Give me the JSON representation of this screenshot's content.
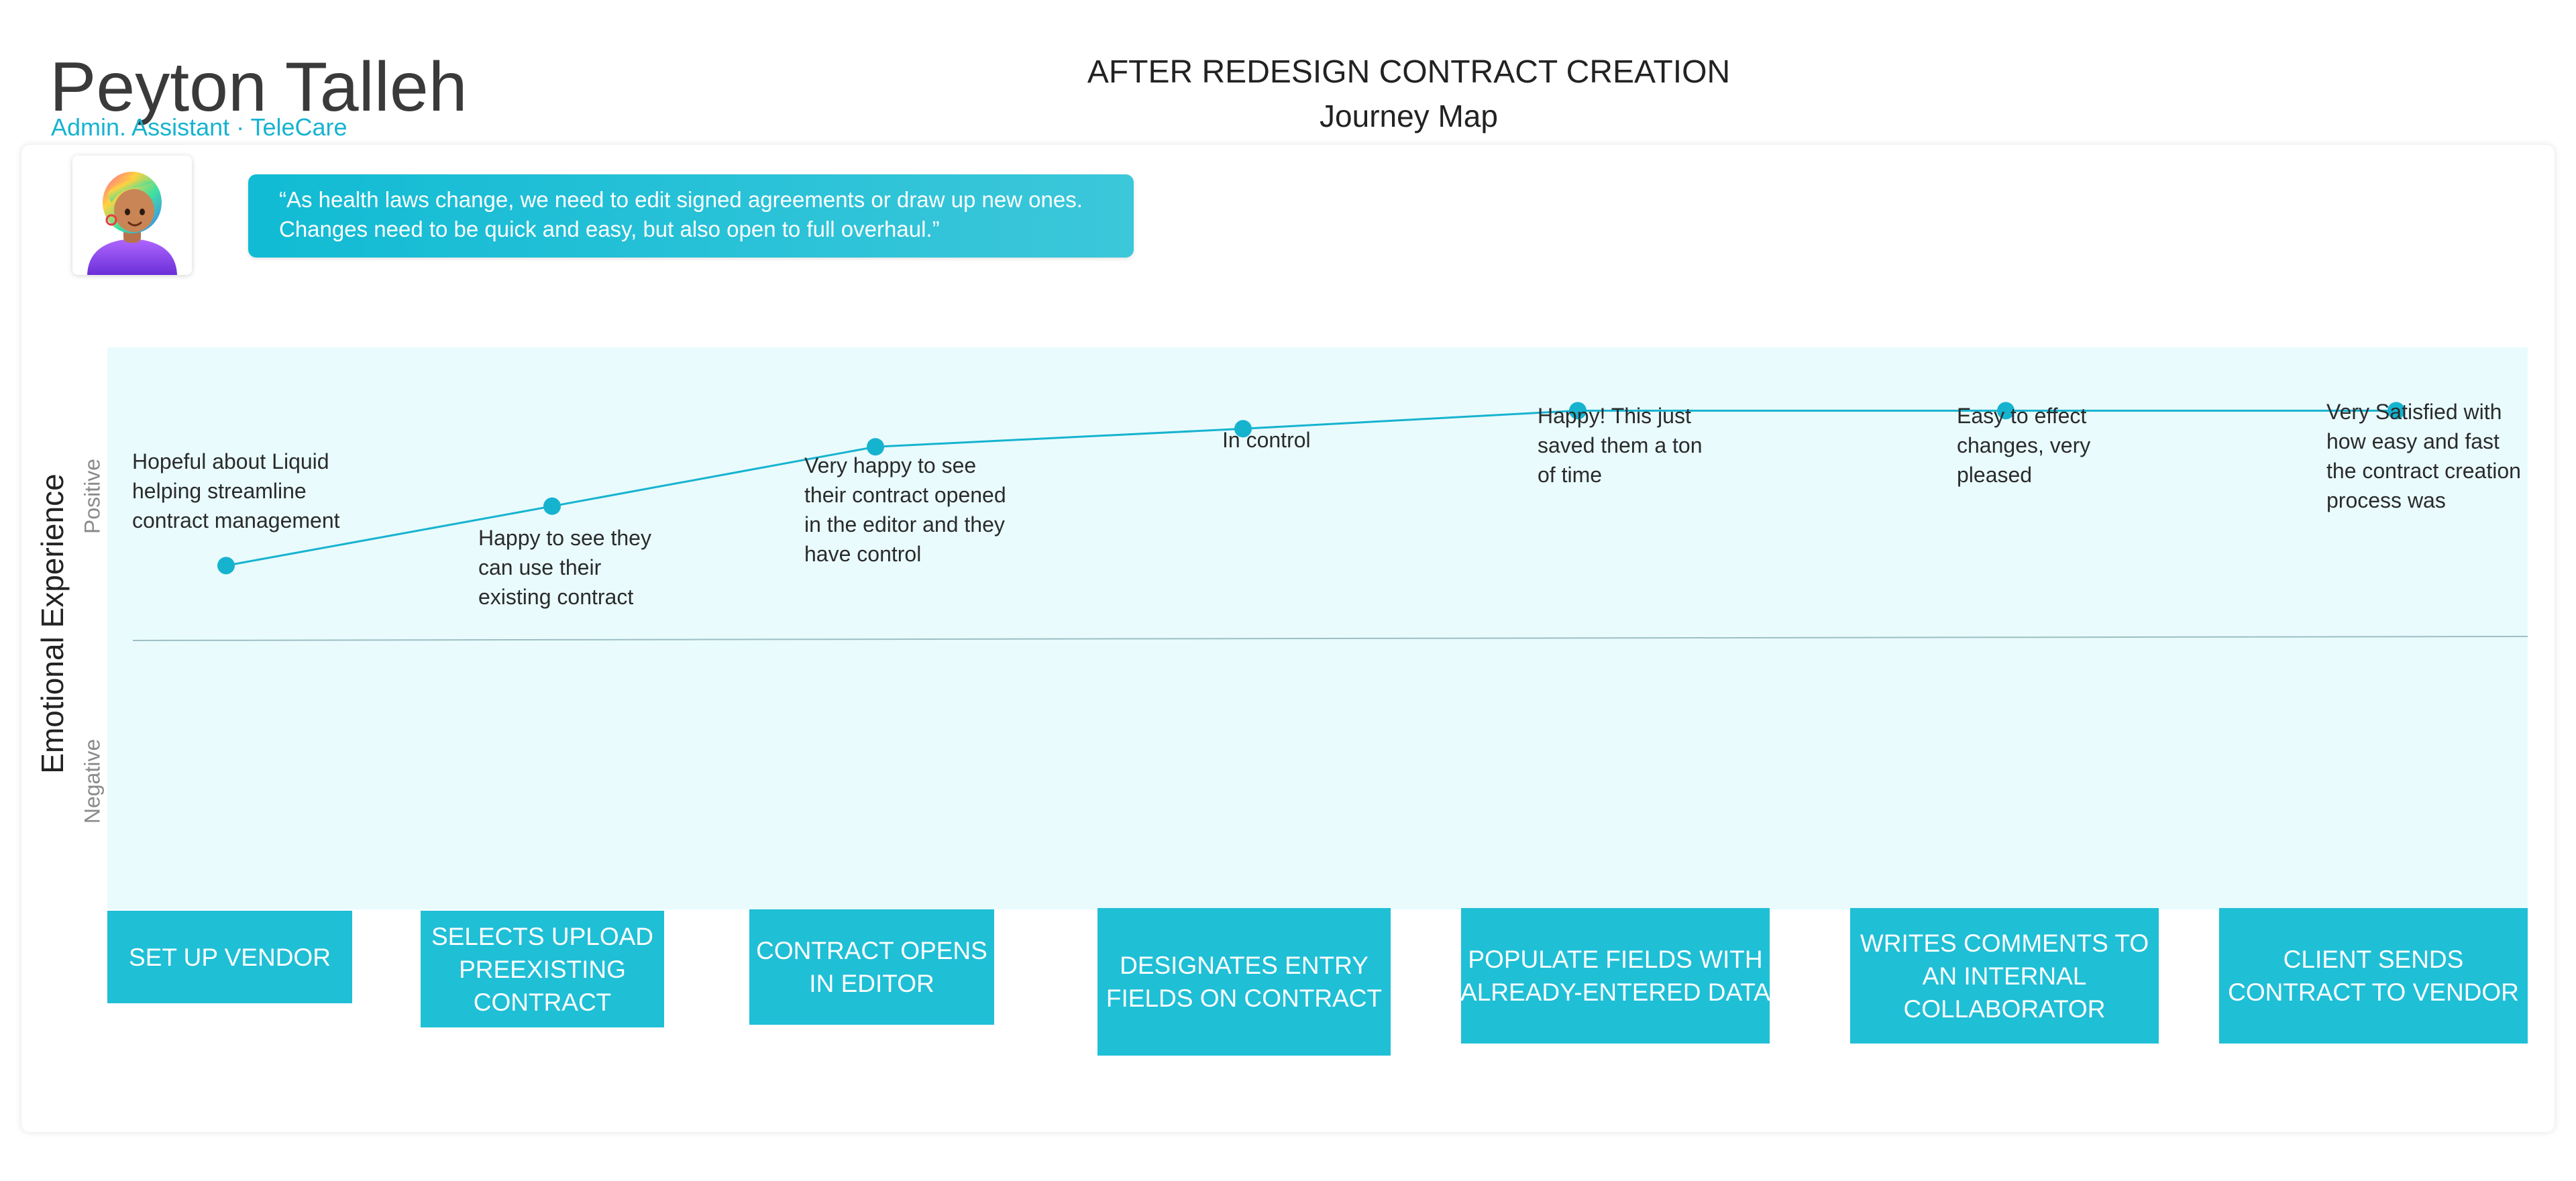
{
  "persona": {
    "name": "Peyton Talleh",
    "role": "Admin. Assistant · TeleCare",
    "quote_lines": [
      "“As health laws change, we need to edit signed agreements or draw up new ones.",
      "Changes need to be quick and easy, but also open to full overhaul.”"
    ]
  },
  "header": {
    "title": "AFTER REDESIGN CONTRACT CREATION",
    "subtitle": "Journey Map"
  },
  "axis": {
    "y_label": "Emotional Experience",
    "positive_label": "Positive",
    "negative_label": "Negative"
  },
  "colors": {
    "accent": "#1fbfd6",
    "line": "#16b3cf",
    "area": "#e9fbfd",
    "baseline": "#9dbfc4"
  },
  "chart_data": {
    "type": "line",
    "ylim": [
      -1,
      1
    ],
    "stages": [
      {
        "label_lines": [
          "SET UP VENDOR"
        ],
        "emotion": 0.29,
        "note_lines": [
          "Hopeful about Liquid",
          "helping streamline",
          "contract management"
        ]
      },
      {
        "label_lines": [
          "SELECTS UPLOAD",
          "PREEXISTING",
          "CONTRACT"
        ],
        "emotion": 0.52,
        "note_lines": [
          "Happy to see they",
          "can use their",
          "existing contract"
        ]
      },
      {
        "label_lines": [
          "CONTRACT OPENS",
          "IN EDITOR"
        ],
        "emotion": 0.75,
        "note_lines": [
          "Very happy to see",
          "their contract opened",
          "in the editor and they",
          "have control"
        ]
      },
      {
        "label_lines": [
          "DESIGNATES ENTRY",
          "FIELDS ON CONTRACT"
        ],
        "emotion": 0.82,
        "note_lines": [
          "In control"
        ]
      },
      {
        "label_lines": [
          "POPULATE FIELDS WITH",
          "ALREADY-ENTERED DATA"
        ],
        "emotion": 0.89,
        "note_lines": [
          "Happy! This just",
          "saved them a ton",
          "of time"
        ]
      },
      {
        "label_lines": [
          "WRITES COMMENTS TO",
          "AN INTERNAL",
          "COLLABORATOR"
        ],
        "emotion": 0.89,
        "note_lines": [
          "Easy to effect",
          "changes, very",
          "pleased"
        ]
      },
      {
        "label_lines": [
          "CLIENT SENDS",
          "CONTRACT TO VENDOR"
        ],
        "emotion": 0.89,
        "note_lines": [
          "Very Satisfied with",
          "how easy and fast",
          "the contract creation",
          "process was"
        ]
      }
    ]
  }
}
